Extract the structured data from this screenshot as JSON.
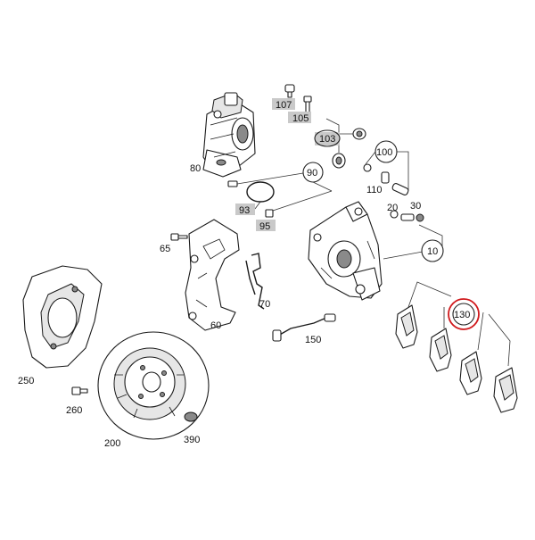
{
  "diagram": {
    "labels": {
      "p10": "10",
      "p30": "30",
      "p60": "60",
      "p65": "65",
      "p70": "70",
      "p80": "80",
      "p90": "90",
      "p93": "93",
      "p95": "95",
      "p100": "100",
      "p103": "103",
      "p105": "105",
      "p107": "107",
      "p110": "110",
      "p130": "130",
      "p150": "150",
      "p200": "200",
      "p250": "250",
      "p260": "260",
      "p390": "390"
    },
    "highlighted_part": "130",
    "highlight_color": "#d0191c",
    "tag_box_color": "#c9c9c9"
  }
}
